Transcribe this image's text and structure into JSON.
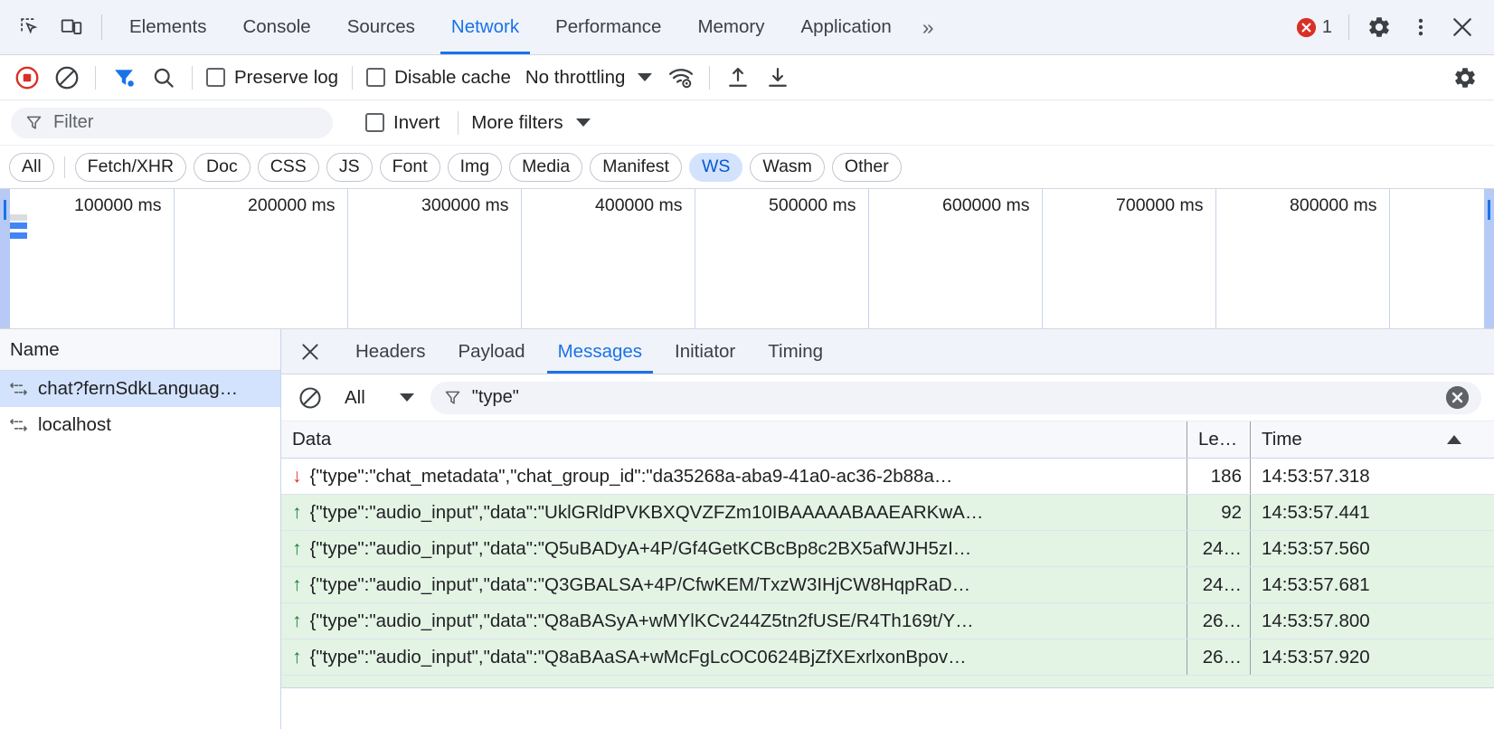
{
  "devtools": {
    "main_tabs": [
      {
        "label": "Elements",
        "active": false
      },
      {
        "label": "Console",
        "active": false
      },
      {
        "label": "Sources",
        "active": false
      },
      {
        "label": "Network",
        "active": true
      },
      {
        "label": "Performance",
        "active": false
      },
      {
        "label": "Memory",
        "active": false
      },
      {
        "label": "Application",
        "active": false
      }
    ],
    "more_tabs_glyph": "»",
    "error_count": "1",
    "error_glyph": "✕",
    "settings_icon": "gear-icon",
    "more_options_icon": "kebab-menu-icon",
    "close_icon": "close-icon",
    "inspect_icon": "inspect-element-icon",
    "device_icon": "device-toolbar-icon"
  },
  "network_toolbar": {
    "record_label": "record-stop-button",
    "clear_label": "clear-button",
    "filter_toggle_label": "filter-toggle",
    "search_label": "search-button",
    "preserve_log": {
      "label": "Preserve log",
      "checked": false
    },
    "disable_cache": {
      "label": "Disable cache",
      "checked": false
    },
    "throttling": {
      "value": "No throttling"
    },
    "network_conditions_icon": "wifi-settings-icon",
    "import_icon": "import-har-icon",
    "export_icon": "export-har-icon",
    "settings_icon": "gear-icon"
  },
  "filter_bar": {
    "placeholder": "Filter",
    "value": "",
    "invert": {
      "label": "Invert",
      "checked": false
    },
    "more_filters": {
      "label": "More filters"
    }
  },
  "type_chips": [
    {
      "label": "All",
      "selected": false
    },
    {
      "label": "Fetch/XHR",
      "selected": false
    },
    {
      "label": "Doc",
      "selected": false
    },
    {
      "label": "CSS",
      "selected": false
    },
    {
      "label": "JS",
      "selected": false
    },
    {
      "label": "Font",
      "selected": false
    },
    {
      "label": "Img",
      "selected": false
    },
    {
      "label": "Media",
      "selected": false
    },
    {
      "label": "Manifest",
      "selected": false
    },
    {
      "label": "WS",
      "selected": true
    },
    {
      "label": "Wasm",
      "selected": false
    },
    {
      "label": "Other",
      "selected": false
    }
  ],
  "overview": {
    "tick_labels": [
      "100000 ms",
      "200000 ms",
      "300000 ms",
      "400000 ms",
      "500000 ms",
      "600000 ms",
      "700000 ms",
      "800000 ms"
    ],
    "unit": "ms",
    "interval": 100000,
    "bar_color": "#4285f4",
    "selection_color": "#b7caf5"
  },
  "requests": {
    "column_header": "Name",
    "rows": [
      {
        "name": "chat?fernSdkLanguag…",
        "selected": true,
        "icon": "websocket-icon"
      },
      {
        "name": "localhost",
        "selected": false,
        "icon": "websocket-icon"
      }
    ]
  },
  "detail_tabs": [
    {
      "label": "Headers",
      "active": false
    },
    {
      "label": "Payload",
      "active": false
    },
    {
      "label": "Messages",
      "active": true
    },
    {
      "label": "Initiator",
      "active": false
    },
    {
      "label": "Timing",
      "active": false
    }
  ],
  "messages_toolbar": {
    "clear_icon": "clear-messages-icon",
    "type_select": {
      "value": "All"
    },
    "filter": {
      "value": "\"type\"",
      "clear_icon": "clear-input-icon",
      "filter_icon": "funnel-icon"
    }
  },
  "messages_table": {
    "columns": [
      {
        "key": "data",
        "label": "Data"
      },
      {
        "key": "length",
        "label": "Le…"
      },
      {
        "key": "time",
        "label": "Time",
        "sorted": "asc"
      }
    ],
    "rows": [
      {
        "direction": "received",
        "arrow": "↓",
        "data": "{\"type\":\"chat_metadata\",\"chat_group_id\":\"da35268a-aba9-41a0-ac36-2b88a…",
        "length": "186",
        "time": "14:53:57.318"
      },
      {
        "direction": "sent",
        "arrow": "↑",
        "data": "{\"type\":\"audio_input\",\"data\":\"UklGRldPVKBXQVZFZm10IBAAAAABAAEARKwA…",
        "length": "92",
        "time": "14:53:57.441"
      },
      {
        "direction": "sent",
        "arrow": "↑",
        "data": "{\"type\":\"audio_input\",\"data\":\"Q5uBADyA+4P/Gf4GetKCBcBp8c2BX5afWJH5zI…",
        "length": "24…",
        "time": "14:53:57.560"
      },
      {
        "direction": "sent",
        "arrow": "↑",
        "data": "{\"type\":\"audio_input\",\"data\":\"Q3GBALSA+4P/CfwKEM/TxzW3IHjCW8HqpRaD…",
        "length": "24…",
        "time": "14:53:57.681"
      },
      {
        "direction": "sent",
        "arrow": "↑",
        "data": "{\"type\":\"audio_input\",\"data\":\"Q8aBASyA+wMYlKCv244Z5tn2fUSE/R4Th169t/Y…",
        "length": "26…",
        "time": "14:53:57.800"
      },
      {
        "direction": "sent",
        "arrow": "↑",
        "data": "{\"type\":\"audio_input\",\"data\":\"Q8aBAaSA+wMcFgLcOC0624BjZfXExrlxonBpov…",
        "length": "26…",
        "time": "14:53:57.920"
      }
    ]
  },
  "colors": {
    "accent": "#1a73e8",
    "selected_chip_bg": "#d3e3fd",
    "sent_row_bg": "#e3f3e4",
    "error_red": "#d93025",
    "sent_arrow": "#188038",
    "recv_arrow": "#d93025"
  }
}
